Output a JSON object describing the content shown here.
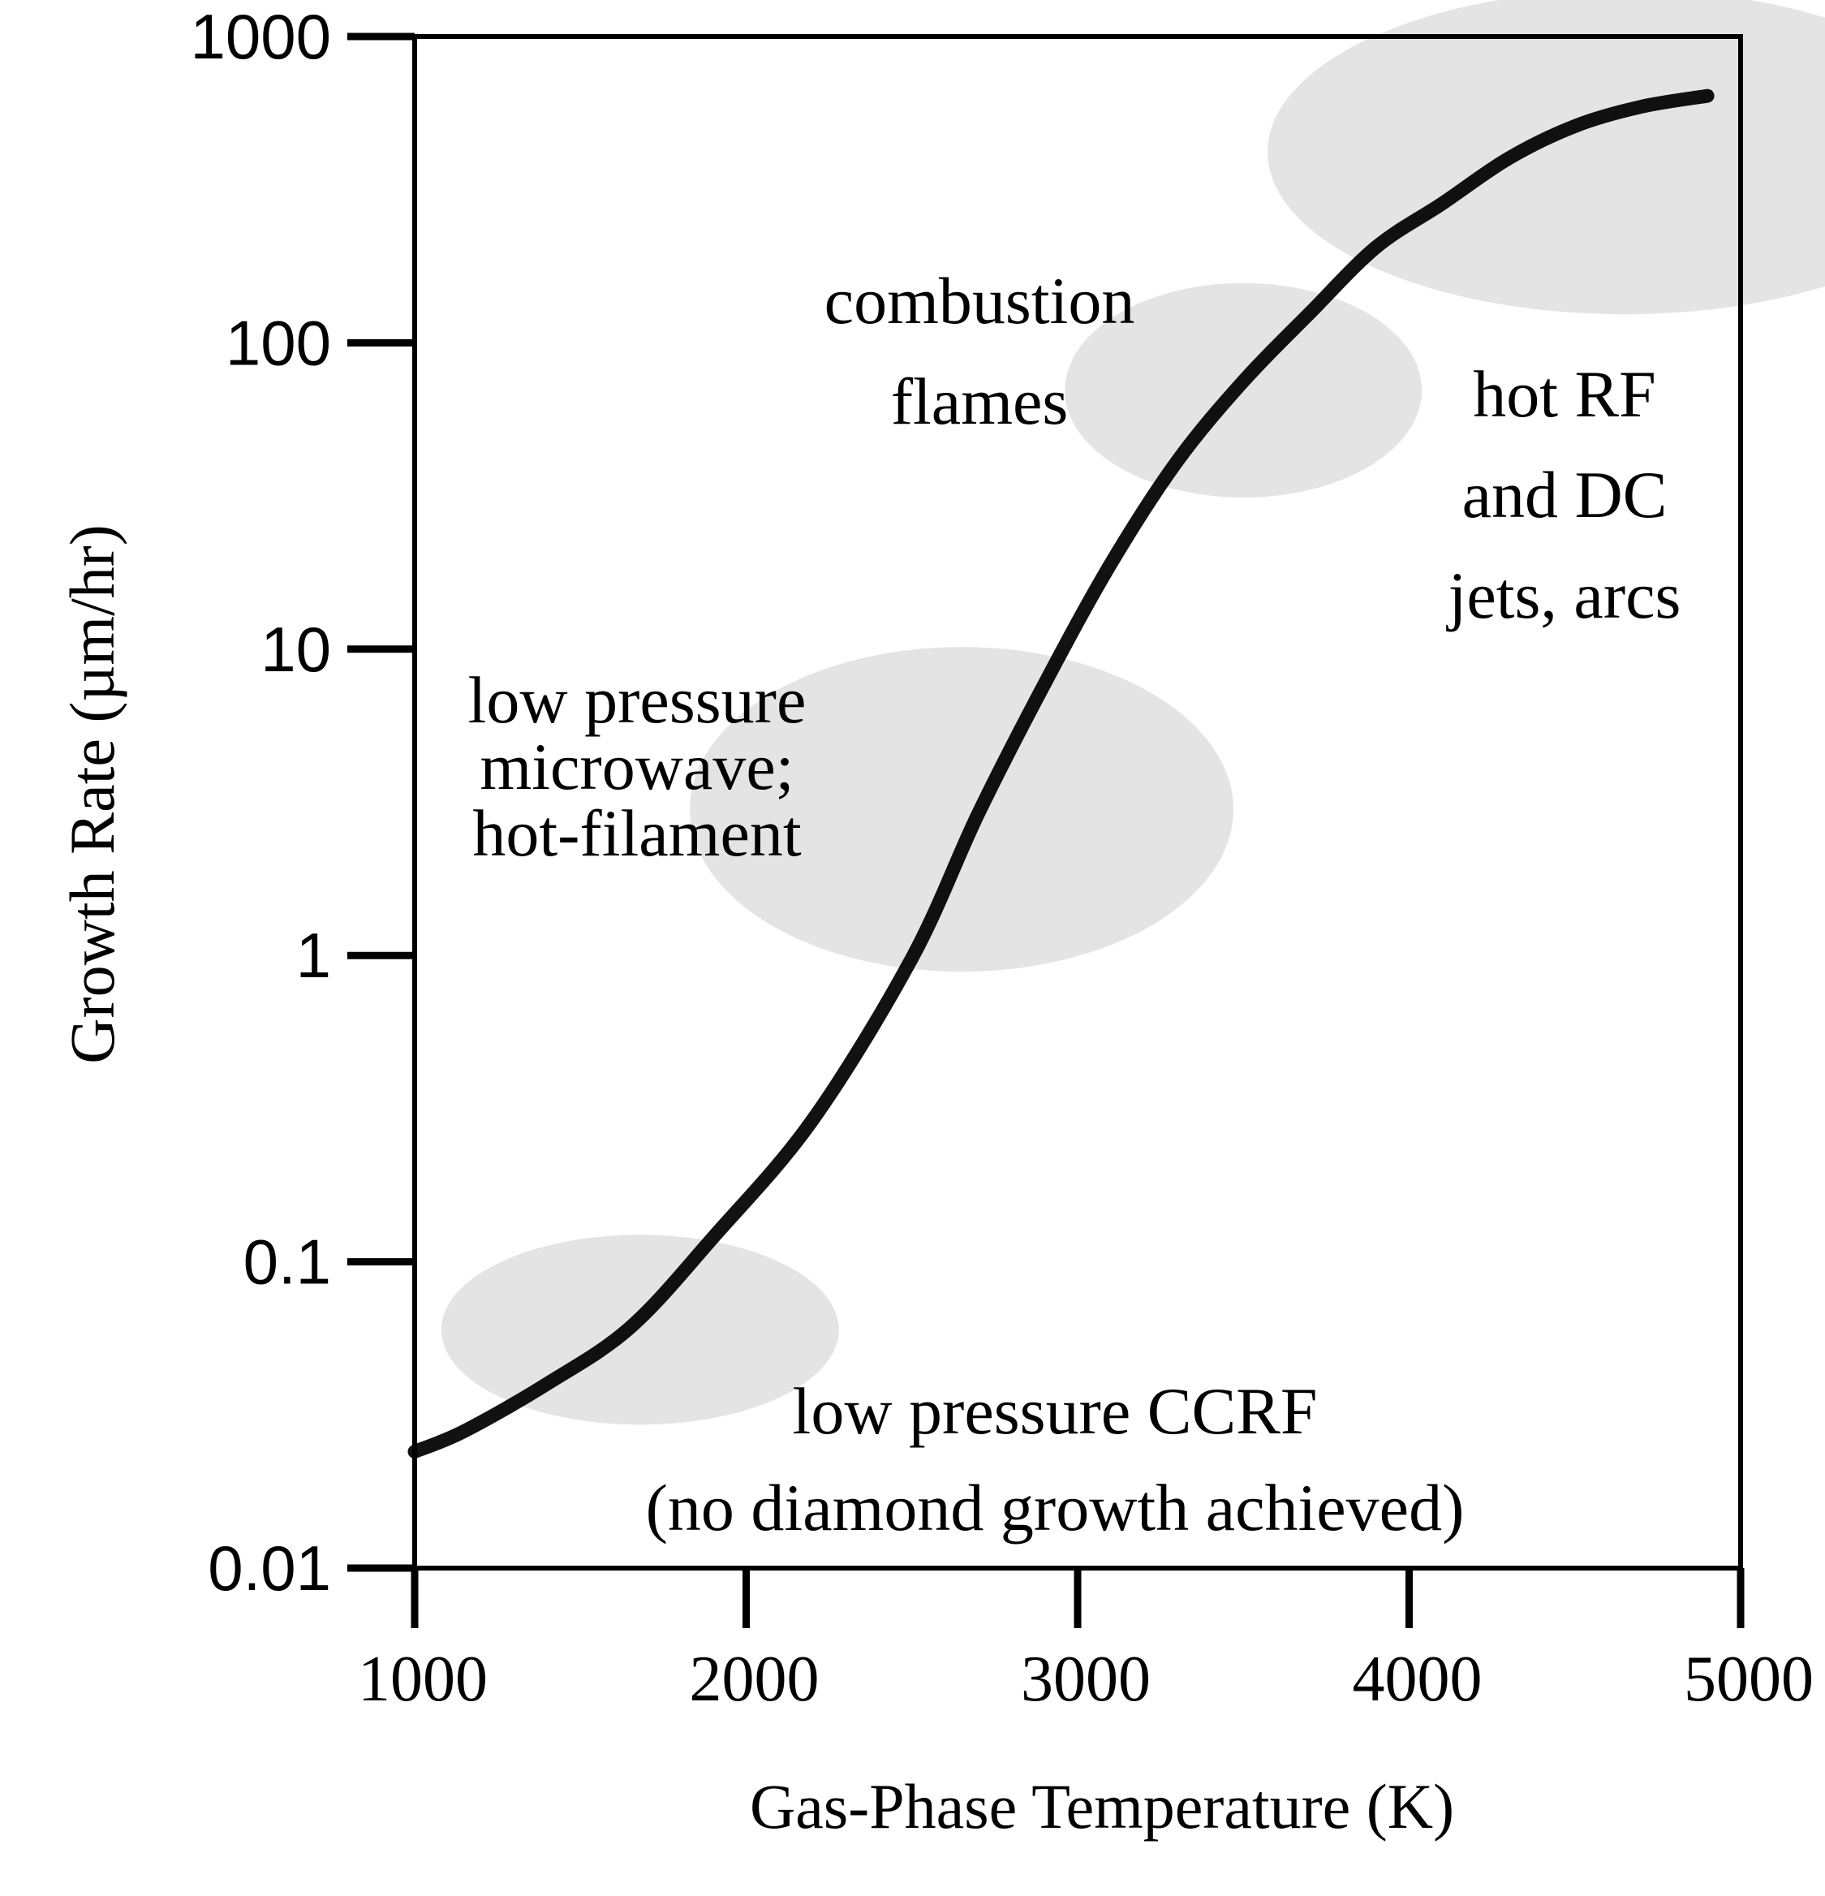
{
  "chart_data": {
    "type": "line",
    "xlabel": "Gas-Phase Temperature (K)",
    "ylabel": "Growth Rate (µm/hr)",
    "xlim": [
      1000,
      5000
    ],
    "ylim": [
      0.01,
      1000
    ],
    "yscale": "log",
    "grid": false,
    "x_ticks": [
      1000,
      2000,
      3000,
      4000,
      5000
    ],
    "x_tick_labels": [
      "1000",
      "2000",
      "3000",
      "4000",
      "5000"
    ],
    "y_ticks": [
      0.01,
      0.1,
      1,
      10,
      100,
      1000
    ],
    "y_tick_labels": [
      "0.01",
      "0.1",
      "1",
      "10",
      "100",
      "1000"
    ],
    "series": [
      {
        "color": "#000000",
        "x": [
          1000,
          1150,
          1400,
          1650,
          1900,
          2200,
          2500,
          2700,
          2900,
          3100,
          3300,
          3500,
          3700,
          3900,
          4100,
          4300,
          4500,
          4700,
          4900
        ],
        "y": [
          0.024,
          0.028,
          0.04,
          0.061,
          0.12,
          0.29,
          0.98,
          2.9,
          7.7,
          19,
          41,
          75,
          125,
          205,
          285,
          400,
          510,
          590,
          640
        ]
      }
    ],
    "regions": [
      {
        "label": [
          "low pressure",
          "microwave;",
          "hot-filament"
        ],
        "x": 2650,
        "y": 3,
        "rx": 335,
        "ry_decades": 0.53,
        "color": "#d9d9d9"
      },
      {
        "label": [
          "combustion",
          "flames"
        ],
        "x": 3500,
        "y": 70,
        "rx": 220,
        "ry_decades": 0.35,
        "color": "#d9d9d9"
      },
      {
        "label": [
          "hot RF",
          "and DC",
          "jets, arcs"
        ],
        "x": 4650,
        "y": 420,
        "rx": 440,
        "ry_decades": 0.53,
        "color": "#d9d9d9"
      },
      {
        "label": [
          "low pressure CCRF",
          "(no diamond growth achieved)"
        ],
        "x": 1680,
        "y": 0.06,
        "rx": 245,
        "ry_decades": 0.31,
        "color": "#d9d9d9"
      }
    ]
  }
}
